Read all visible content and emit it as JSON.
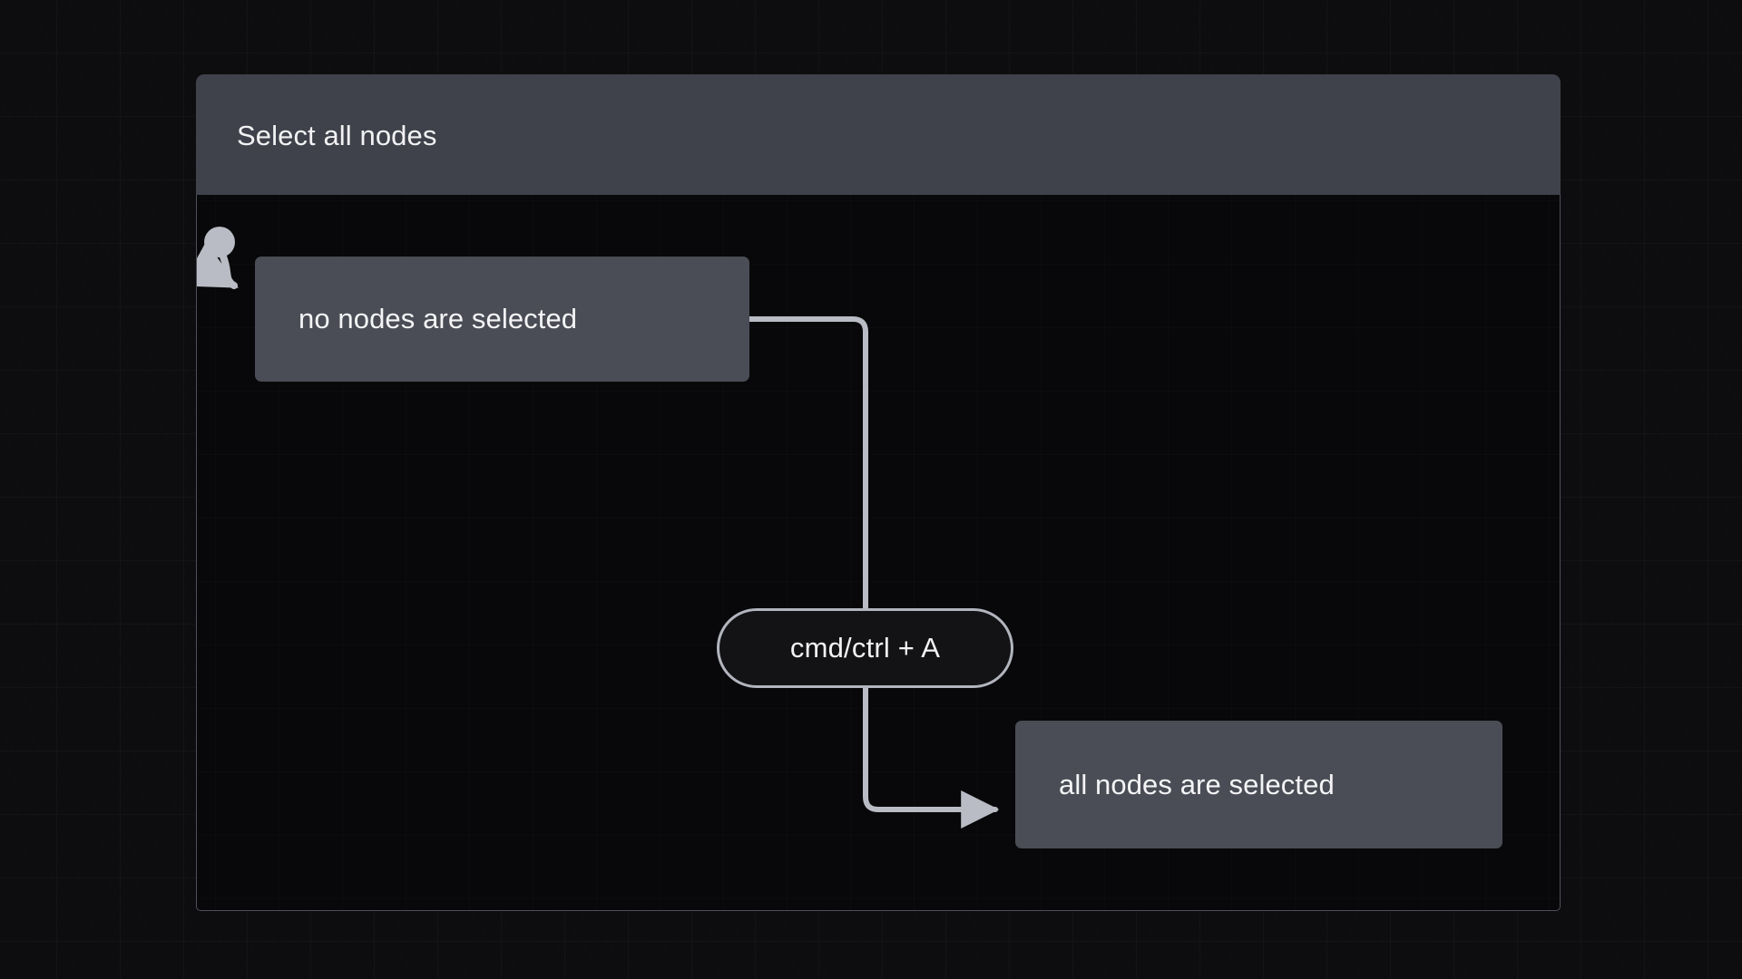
{
  "panel": {
    "title": "Select all nodes"
  },
  "diagram": {
    "type": "state-machine",
    "initial_marker": "filled-circle-with-arrow",
    "nodes": [
      {
        "id": "start-state",
        "label": "no nodes are selected"
      },
      {
        "id": "end-state",
        "label": "all nodes are selected"
      }
    ],
    "transitions": [
      {
        "from": "initial",
        "to": "start-state",
        "label": ""
      },
      {
        "from": "start-state",
        "to": "end-state",
        "label": "cmd/ctrl + A"
      }
    ],
    "colors": {
      "node_fill": "#4a4d55",
      "header_fill": "#3f424a",
      "canvas_fill": "#08080a",
      "edge_stroke": "#b9bcc4",
      "text": "#f2f2f4"
    }
  }
}
